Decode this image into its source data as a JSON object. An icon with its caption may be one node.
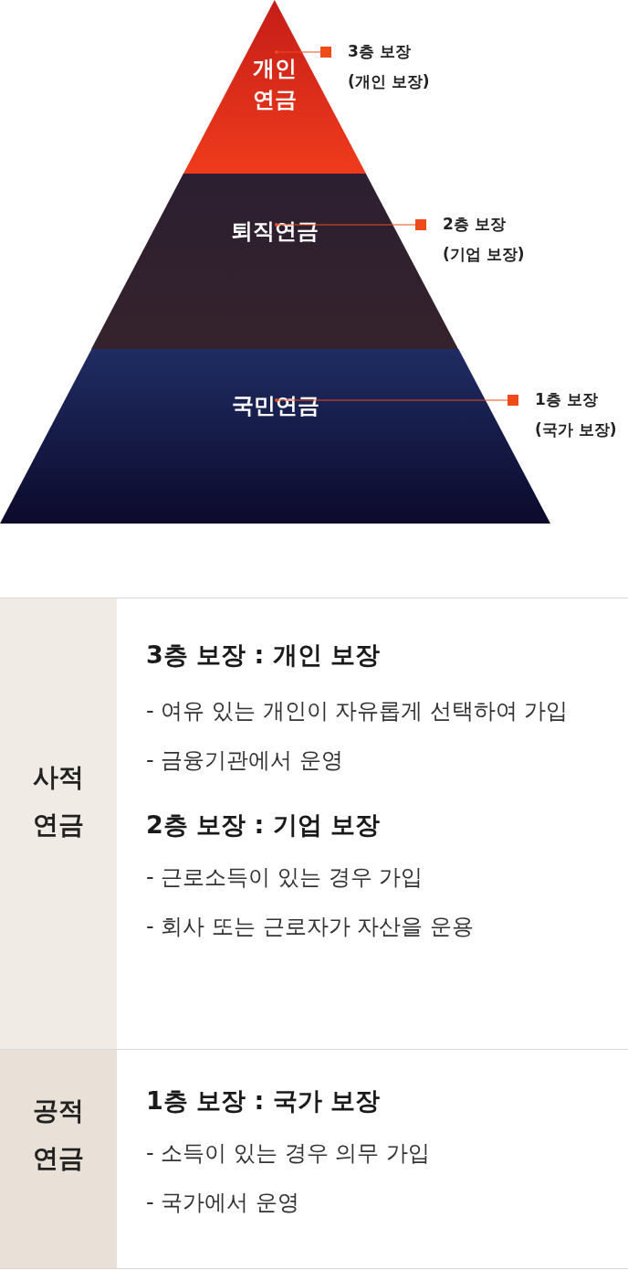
{
  "diagram": {
    "nodes": [
      {
        "text": [
          "개인 연금"
        ]
      },
      {
        "text": [
          "퇴직연금"
        ]
      },
      {
        "text": [
          "국민연금"
        ]
      },
      {
        "text": [
          "3층 보장 (개인 보장)"
        ]
      },
      {
        "text": [
          "2층 보장 (기업 보장)"
        ]
      },
      {
        "text": [
          "1층 보장 (국가 보장)"
        ]
      }
    ],
    "edges": [
      {
        "from": 3,
        "to": 0,
        "arrow": "other"
      },
      {
        "from": 4,
        "to": 1,
        "arrow": "other"
      },
      {
        "from": 5,
        "to": 2,
        "arrow": "other"
      }
    ],
    "labels": [
      "사적 연금",
      "3층 보장 : 개인 보장",
      "- 여유 있는 개인이 자유롭게 선택하여 가입",
      "- 금융기관에서 운영",
      "2층 보장 : 기업 보장",
      "- 근로소득이 있는 경우 가입",
      "- 회사 또는 근로자가 자산을 운용",
      "공적 연금",
      "1층 보장 : 국가 보장",
      "- 소득이 있는 경우 의무 가입",
      "- 국가에서 운영"
    ]
  }
}
